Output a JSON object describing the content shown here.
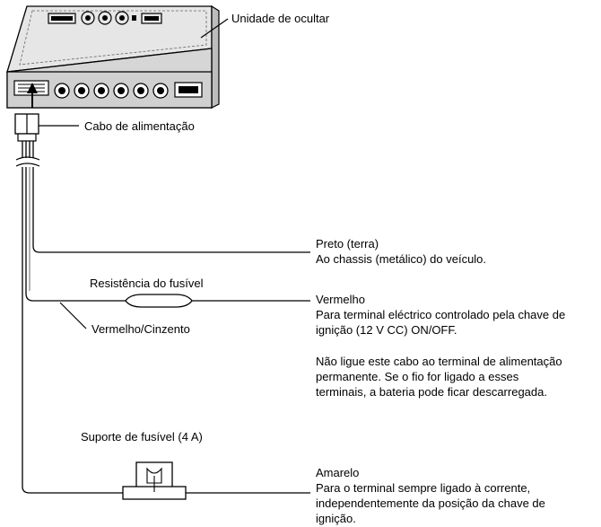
{
  "labels": {
    "hide_unit": "Unidade de ocultar",
    "power_cable": "Cabo de alimentação",
    "black_line1": "Preto (terra)",
    "black_line2": "Ao chassis (metálico) do veículo.",
    "fuse_resistor": "Resistência do fusível",
    "red_gray": "Vermelho/Cinzento",
    "red_line1": "Vermelho",
    "red_line2": "Para terminal eléctrico controlado pela chave de",
    "red_line3": "ignição (12 V CC) ON/OFF.",
    "warn_line1": "Não ligue este cabo ao terminal de alimentação",
    "warn_line2": "permanente. Se o fio for ligado a esses",
    "warn_line3": "terminais, a bateria pode ficar descarregada.",
    "fuse_holder": "Suporte de fusível (4 A)",
    "yellow_line1": "Amarelo",
    "yellow_line2": "Para o terminal sempre ligado à corrente,",
    "yellow_line3": "independentemente da posição da chave de",
    "yellow_line4": "ignição."
  }
}
